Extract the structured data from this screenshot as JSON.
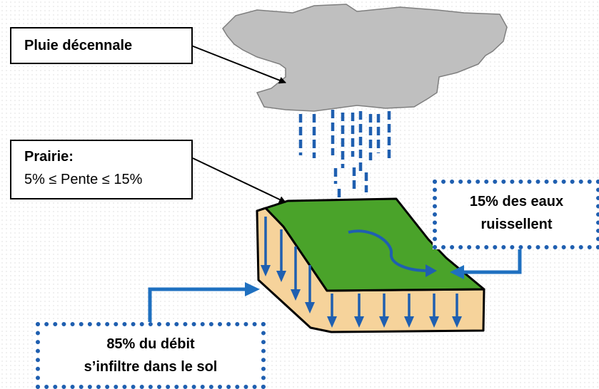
{
  "labels": {
    "rain": "Pluie décennale",
    "meadow_title": "Prairie:",
    "meadow_slope": "5% ≤ Pente  ≤ 15%",
    "runoff_line1": "15% des eaux",
    "runoff_line2": "ruissellent",
    "infiltration_line1": "85% du débit",
    "infiltration_line2": "s’infiltre dans le sol"
  },
  "colors": {
    "cloud": "#bfbfbf",
    "grass": "#4aa32a",
    "soil": "#f6d39b",
    "water_blue": "#1f5fb0",
    "arrow_blue": "#1f70c0"
  }
}
